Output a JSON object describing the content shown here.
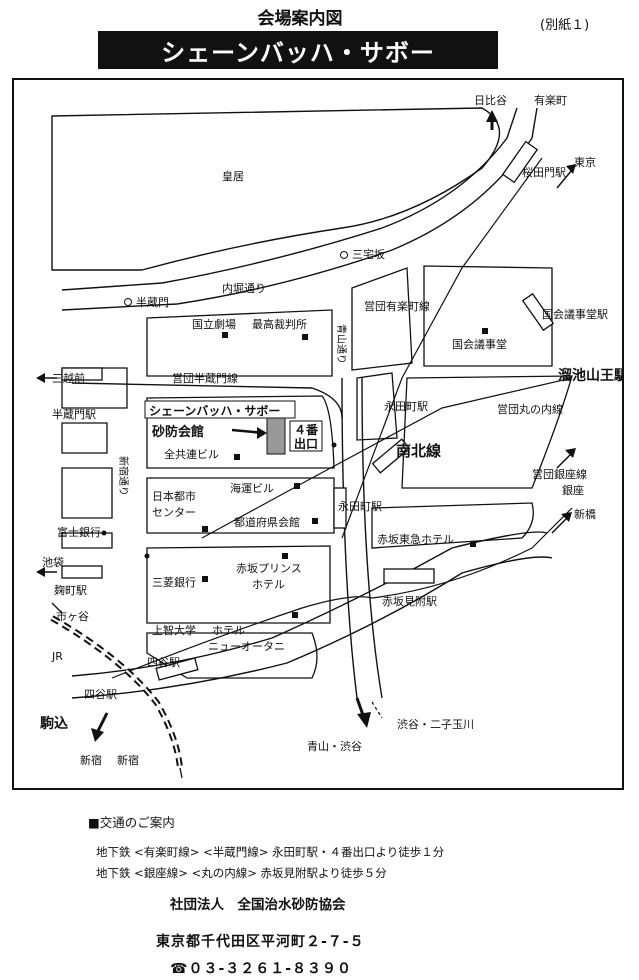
{
  "header": {
    "title": "会場案内図",
    "attachment": "(別紙１)",
    "banner": "シェーンバッハ・サボー"
  },
  "map": {
    "labels": {
      "imperial_palace": "皇居",
      "hibiya": "日比谷",
      "yurakucho": "有楽町",
      "sakuradamon_sta": "桜田門駅",
      "tokyo": "東京",
      "miyakezaka": "三宅坂",
      "hanzomon_gate": "半蔵門",
      "uchibori_dori": "内堀通り",
      "eidan_yurakucho_line": "営団有楽町線",
      "kokkai_gijidomae_sta": "国会議事堂駅",
      "national_theatre": "国立劇場",
      "supreme_court": "最高裁判所",
      "aoyama_dori": "青山通り",
      "national_diet": "国会議事堂",
      "mitsukoshimae": "三越前",
      "eidan_hanzomon_line": "営団半蔵門線",
      "tameike_sanno_sta": "溜池山王駅",
      "hanzomon_sta": "半蔵門駅",
      "venue_name": "シェーンバッハ・サボー",
      "sabo_kaikan": "砂防会館",
      "exit_no4_a": "４番",
      "exit_no4_b": "出口",
      "nagatacho_sta_1": "永田町駅",
      "eidan_marunouchi_line": "営団丸の内線",
      "zenkyoren_bldg": "全共連ビル",
      "nanboku_line": "南北線",
      "shinjuku_dori": "新宿通り",
      "kaiun_bldg": "海運ビル",
      "ginza": "銀座",
      "eidan_ginza_line": "営団銀座線",
      "nihon_toshi_center_a": "日本都市",
      "nihon_toshi_center_b": "センター",
      "todofuken_kaikan": "都道府県会館",
      "nagatacho_sta_2": "永田町駅",
      "shinbashi": "新橋",
      "fuji_bank": "富士銀行",
      "akasaka_tokyu_hotel": "赤坂東急ホテル",
      "ikebukuro": "池袋",
      "akasaka_prince_a": "赤坂プリンス",
      "akasaka_prince_b": "ホテル",
      "kojimachi_sta": "麹町駅",
      "mitsubishi_bank": "三菱銀行",
      "akasaka_mitsuke_sta": "赤坂見附駅",
      "ichigaya": "市ヶ谷",
      "sophia_univ": "上智大学",
      "hotel_new_otani_a": "ホテル",
      "hotel_new_otani_b": "ニューオータニ",
      "jr": "JR",
      "yotsuya_sta_1": "四谷駅",
      "yotsuya_sta_2": "四谷駅",
      "komagome": "駒込",
      "shibuya_futakotamagawa": "渋谷・二子玉川",
      "aoyama_shibuya": "青山・渋谷",
      "shinjuku_1": "新宿",
      "shinjuku_2": "新宿"
    }
  },
  "access": {
    "heading": "■交通のご案内",
    "route1": "地下鉄 <有楽町線> <半蔵門線> 永田町駅・４番出口より徒歩１分",
    "route2": "地下鉄 <銀座線> <丸の内線> 赤坂見附駅より徒歩５分"
  },
  "organization": "社団法人　全国治水砂防協会",
  "address": "東京都千代田区平河町２-７-５",
  "phone": "☎０３-３２６１-８３９０"
}
